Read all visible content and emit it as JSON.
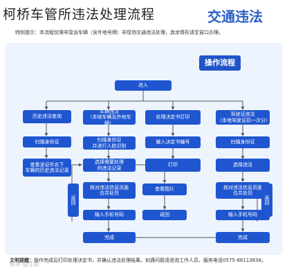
{
  "header": {
    "page_title": "柯桥车管所违法处理流程",
    "brand_title": "交通违法",
    "note_top": "特别提示：本流程仅限非营运车辆（含外地号牌）非现场交通违法处理，其余情形请至窗口办理。"
  },
  "section_banner": "操作流程",
  "nodes": [
    {
      "id": "enter",
      "label": "进入"
    },
    {
      "id": "col1_top",
      "label": "历史违法查询"
    },
    {
      "id": "col2_top",
      "label": "车辆违法\n（本地车辆及外地车辆）"
    },
    {
      "id": "col3_top",
      "label": "处理决定书打印"
    },
    {
      "id": "col4_top",
      "label": "驾驶证违法\n（本地驾驶证扣一次分）"
    },
    {
      "id": "col1_scan",
      "label": "扫描身份证"
    },
    {
      "id": "col2_scan",
      "label": "扫描身份证\n并进行人脸识别"
    },
    {
      "id": "col3_input",
      "label": "输入决定书编号"
    },
    {
      "id": "col4_scan",
      "label": "扫描身份证"
    },
    {
      "id": "col1_result",
      "label": "查看该证件名下\n车辆的历史违法记录"
    },
    {
      "id": "col2_select",
      "label": "选择需要处理\n的违法记录"
    },
    {
      "id": "col3_print",
      "label": "打印"
    },
    {
      "id": "col4_select",
      "label": "选择违法"
    },
    {
      "id": "left_return",
      "label": "返回"
    },
    {
      "id": "col2_confirm",
      "label": "核对违法信息页面\n合并处罚"
    },
    {
      "id": "col2_view",
      "label": "查看图片"
    },
    {
      "id": "col4_confirm",
      "label": "核对违法信息页面\n合并处罚"
    },
    {
      "id": "right_return",
      "label": "返回"
    },
    {
      "id": "col2_phone",
      "label": "输入手机号码"
    },
    {
      "id": "col2_back",
      "label": "返回"
    },
    {
      "id": "col4_phone",
      "label": "输入手机号码"
    },
    {
      "id": "finish_left",
      "label": "完成"
    },
    {
      "id": "finish_right",
      "label": "完成"
    }
  ],
  "footer": {
    "tip_label": "文明提醒：",
    "tip_text": "操作完成后打印处理决定书，并确认违法处理结果。如遇问题请咨询工作人员，服务电话0575-88113838。",
    "watermark": "知乎 @江南"
  },
  "colors": {
    "node_blue": "#1f56d0",
    "panel_bg": "#edf4fd",
    "connector": "#555555"
  }
}
